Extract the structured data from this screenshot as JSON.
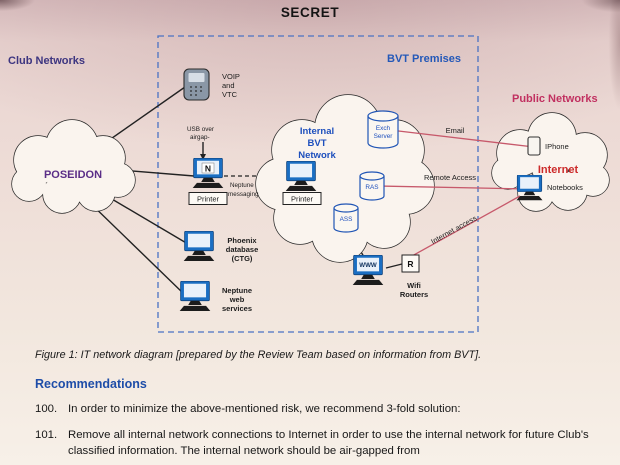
{
  "page": {
    "classification": "SECRET",
    "figure_caption": "Figure 1: IT network diagram [prepared by the Review Team based on information from BVT].",
    "recommendations_heading": "Recommendations",
    "paragraphs": [
      {
        "number": "100.",
        "text": "In order to minimize the above-mentioned risk, we recommend 3-fold solution:"
      },
      {
        "number": "101.",
        "text": "Remove all internal network connections to Internet in order to use the internal network for future Club's classified information. The internal network should be air-gapped from"
      }
    ]
  },
  "diagram": {
    "zones": {
      "club": "Club Networks",
      "bvt": "BVT Premises",
      "public": "Public Networks"
    },
    "clouds": {
      "poseidon": "POSEIDON",
      "internal_bvt": [
        "Internal",
        "BVT",
        "Network"
      ],
      "internet": "Internet"
    },
    "nodes": {
      "voip": [
        "VOIP",
        "and",
        "VTC"
      ],
      "n_workstation": "N",
      "printer_club": "Printer",
      "printer_bvt": "Printer",
      "exch_server": [
        "Exch",
        "Server"
      ],
      "ras": "RAS",
      "ass": "ASS",
      "phoenix": [
        "Phoenix",
        "database",
        "(CTG)"
      ],
      "neptune_web": [
        "Neptune",
        "web",
        "services"
      ],
      "www": "WWW",
      "router_r": "R",
      "wifi_routers": [
        "Wifi",
        "Routers"
      ],
      "iphone": "IPhone",
      "notebooks": "Notebooks"
    },
    "links": {
      "usb_airgap": [
        "USB over",
        "airgap-"
      ],
      "neptune_messaging": [
        "Neptune",
        "messaging"
      ],
      "email": "Email",
      "remote_access": "Remote Access",
      "internet_access": "Internet access"
    },
    "colors": {
      "club_zone": "#3d3580",
      "poseidon": "#5a2d87",
      "bvt_zone": "#2458b8",
      "internal_bvt": "#1d4fbd",
      "public_zone": "#c13060",
      "internet": "#cc2a2a",
      "red_link": "#c7596b",
      "device_blue": "#1a6ec2",
      "dashed_border": "#4a72c4"
    }
  }
}
